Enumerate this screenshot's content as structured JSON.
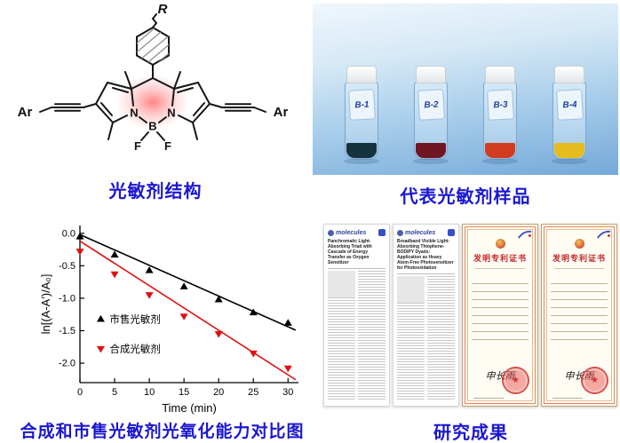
{
  "captions": {
    "structure": "光敏剂结构",
    "samples": "代表光敏剂样品",
    "chart": "合成和市售光敏剂光氧化能力对比图",
    "results": "研究成果"
  },
  "structure": {
    "labels": {
      "ar_left": "Ar",
      "ar_right": "Ar",
      "r_group": "R",
      "n_left": "N",
      "n_right": "N",
      "boron": "B",
      "f_left": "F",
      "f_right": "F"
    }
  },
  "samples": {
    "items": [
      {
        "label": "B-1",
        "powder_color": "#14333f"
      },
      {
        "label": "B-2",
        "powder_color": "#701622"
      },
      {
        "label": "B-3",
        "powder_color": "#d23c1e"
      },
      {
        "label": "B-4",
        "powder_color": "#e6bd1e"
      }
    ]
  },
  "chart_data": {
    "type": "scatter",
    "title": "",
    "xlabel": "Time (min)",
    "ylabel": "ln[(A-A′)/A₀]",
    "xlim": [
      0,
      31.5
    ],
    "ylim": [
      -2.3,
      0.12
    ],
    "x_ticks": [
      0,
      5,
      10,
      15,
      20,
      25,
      30
    ],
    "y_ticks": [
      0,
      -0.5,
      -1,
      -1.5,
      -2
    ],
    "grid": false,
    "legend_position": "inside-left",
    "x": [
      0,
      5,
      10,
      15,
      20,
      25,
      30
    ],
    "series": [
      {
        "name": "市售光敏剂",
        "marker": "triangle-up",
        "color": "#000000",
        "values": [
          -0.05,
          -0.33,
          -0.57,
          -0.82,
          -1.02,
          -1.22,
          -1.38
        ],
        "fit": [
          -0.02,
          -1.44
        ]
      },
      {
        "name": "合成光敏剂",
        "marker": "triangle-down",
        "color": "#e01010",
        "values": [
          -0.28,
          -0.63,
          -0.95,
          -1.28,
          -1.55,
          -1.85,
          -2.08
        ],
        "fit": [
          -0.12,
          -2.18
        ]
      }
    ],
    "legend": {
      "x": 3.0,
      "y": [
        -1.32,
        -1.78
      ]
    }
  },
  "results": {
    "papers": [
      {
        "journal": "molecules",
        "title": "Panchromatic Light-Absorbing Triad with Cascade of Energy Transfer as Oxygen Sensitizer"
      },
      {
        "journal": "molecules",
        "title": "Broadband Visible Light-Absorbing Thiophene-BODIPY Dyads: Application as Heavy Atom-Free Photosensitizer for Photooxidation"
      }
    ],
    "patents": [
      {
        "title": "发明专利证书",
        "signature": "申长雨"
      },
      {
        "title": "发明专利证书",
        "signature": "申长雨"
      }
    ]
  }
}
